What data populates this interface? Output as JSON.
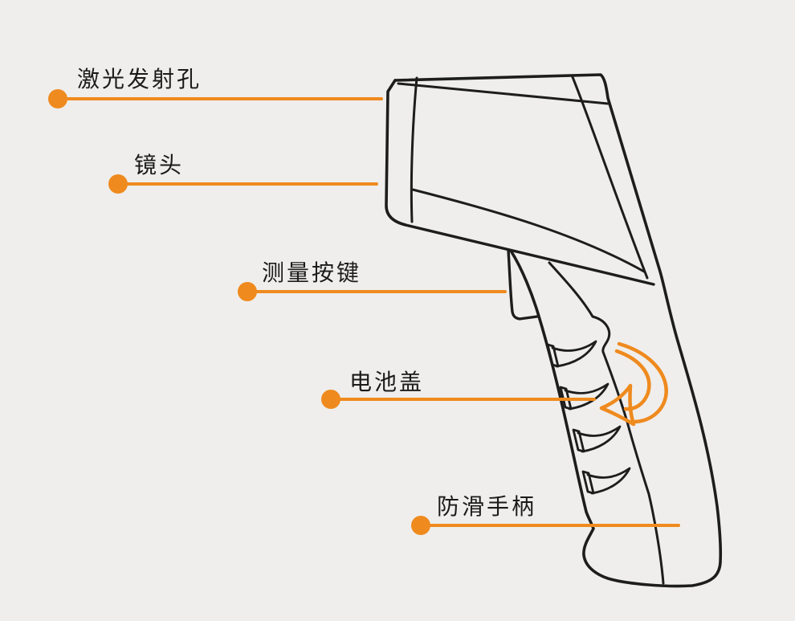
{
  "colors": {
    "background": "#efeeec",
    "accent_orange": "#ef8a1e",
    "outline_black": "#1d1d1d"
  },
  "diagram": {
    "subject": "infrared-thermometer-gun-outline",
    "labels": [
      {
        "id": "laser-emitter-hole",
        "text": "激光发射孔"
      },
      {
        "id": "lens",
        "text": "镜头"
      },
      {
        "id": "measure-button",
        "text": "测量按键"
      },
      {
        "id": "battery-cover",
        "text": "电池盖"
      },
      {
        "id": "anti-slip-handle",
        "text": "防滑手柄"
      }
    ],
    "icons": [
      {
        "id": "battery-cover-open-arrow"
      }
    ]
  }
}
